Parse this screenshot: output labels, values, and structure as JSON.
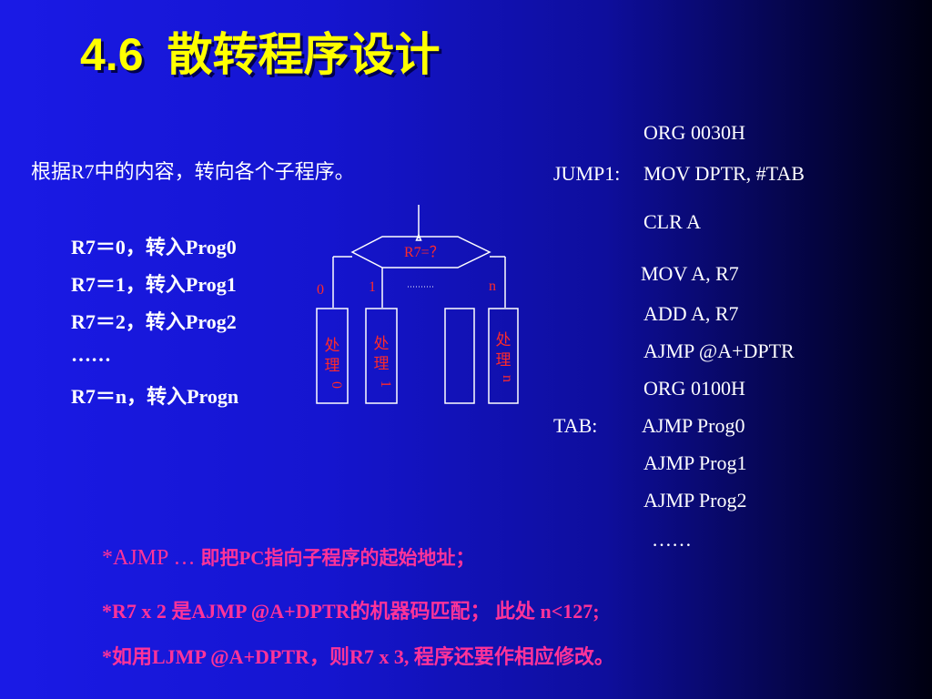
{
  "title": {
    "number": "4.6",
    "text": "散转程序设计"
  },
  "description": "根据R7中的内容，转向各个子程序。",
  "cases": [
    {
      "id": "c0",
      "text": "R7＝0，转入Prog0"
    },
    {
      "id": "c1",
      "text": "R7＝1，转入Prog1"
    },
    {
      "id": "c2",
      "text": "R7＝2，转入Prog2"
    },
    {
      "id": "c3",
      "text": "……"
    },
    {
      "id": "cn",
      "text": "R7＝n，转入Progn"
    }
  ],
  "flowchart": {
    "condition": "R7=？",
    "branch_labels": [
      "0",
      "1",
      "n"
    ],
    "boxes": [
      {
        "chars": [
          "处",
          "理",
          "0"
        ]
      },
      {
        "chars": [
          "处",
          "理",
          "1"
        ]
      },
      {
        "chars": []
      },
      {
        "chars": [
          "处",
          "理",
          "n"
        ]
      }
    ]
  },
  "code": {
    "org1": "ORG  0030H",
    "jump_label": "JUMP1:",
    "jump_instr": "MOV  DPTR,  #TAB",
    "clr": "CLR   A",
    "mov": "MOV  A,  R7",
    "add": "ADD  A,  R7",
    "ajmp_dptr": "AJMP  @A+DPTR",
    "org2": "ORG   0100H",
    "tab_label": "TAB:",
    "tab0": "AJMP   Prog0",
    "tab1": "AJMP   Prog1",
    "tab2": "AJMP   Prog2",
    "ellipsis": "……"
  },
  "notes": {
    "n1_prefix": "*AJMP  …",
    "n1_rest": "即把PC指向子程序的起始地址；",
    "n2": "*R7 x 2 是AJMP  @A+DPTR的机器码匹配； 此处  n<127;",
    "n3": "*如用LJMP @A+DPTR，则R7 x 3,  程序还要作相应修改。"
  },
  "colors": {
    "title": "#ffff00",
    "notes": "#ff3399",
    "flow_text": "#ff2a2a",
    "background": "#1515cf"
  }
}
